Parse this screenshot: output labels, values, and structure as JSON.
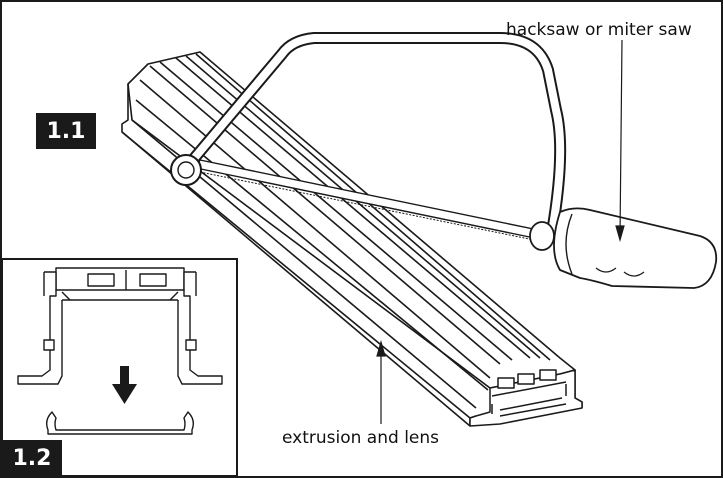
{
  "badges": {
    "step_1_1": "1.1",
    "step_1_2": "1.2"
  },
  "labels": {
    "saw": "hacksaw or miter saw",
    "extrusion": "extrusion and lens"
  },
  "colors": {
    "ink": "#1a1a1a",
    "background": "#ffffff"
  },
  "icons": {
    "step_arrow": "arrow-down-icon"
  }
}
